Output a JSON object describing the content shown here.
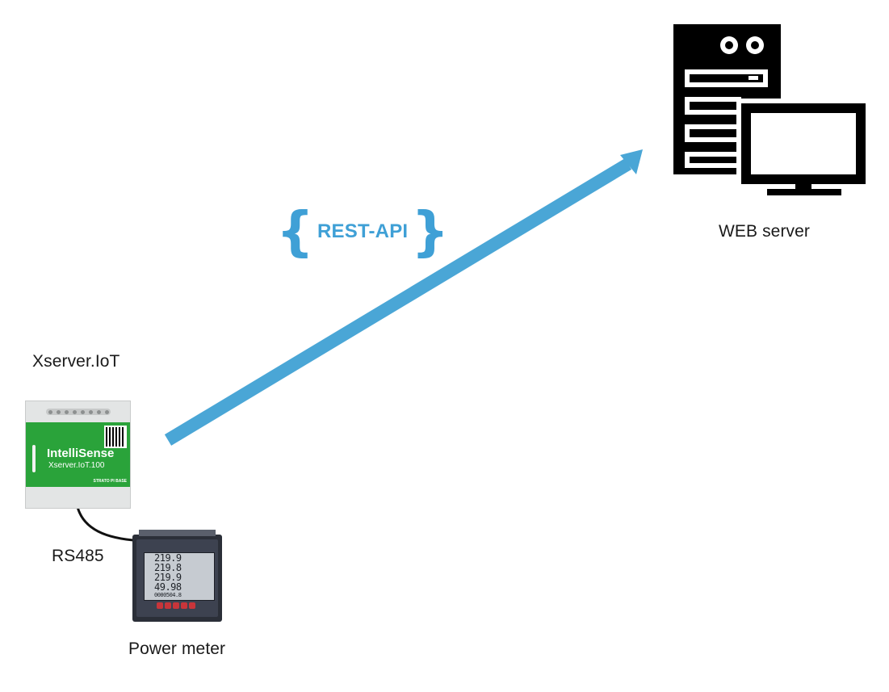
{
  "labels": {
    "xserver": "Xserver.IoT",
    "web_server": "WEB server",
    "rs485": "RS485",
    "power_meter": "Power meter"
  },
  "api": {
    "open_brace": "{",
    "text": "REST-API",
    "close_brace": "}",
    "color": "#3fa0d6"
  },
  "arrow": {
    "color": "#4aa6d6"
  },
  "device": {
    "brand": "IntelliSense",
    "model": "Xserver.IoT.100",
    "base": "STRATO PI BASE",
    "panel_color": "#2aa33a"
  },
  "meter": {
    "readings": [
      "219.9",
      "219.8",
      "219.9",
      "49.98",
      "0000504.8"
    ]
  },
  "icons": {
    "server": "server-tower-icon",
    "monitor": "monitor-icon"
  }
}
